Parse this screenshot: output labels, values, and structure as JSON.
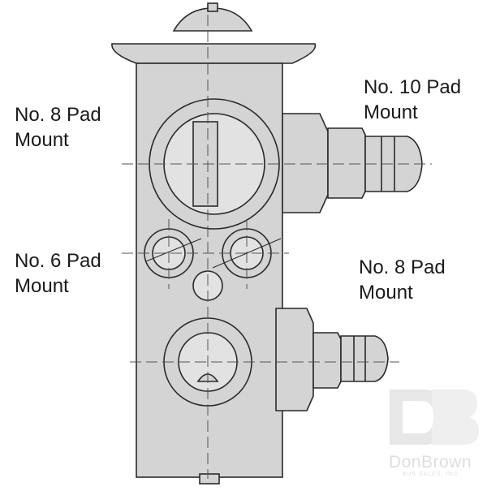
{
  "labels": {
    "top_left": {
      "line1": "No. 8 Pad",
      "line2": "Mount"
    },
    "top_right": {
      "line1": "No. 10 Pad",
      "line2": "Mount"
    },
    "mid_left": {
      "line1": "No. 6 Pad",
      "line2": "Mount"
    },
    "mid_right": {
      "line1": "No. 8 Pad",
      "line2": "Mount"
    }
  },
  "watermark": {
    "logo_text": "DonBrown",
    "logo_sub": "BUS SALES, INC"
  },
  "colors": {
    "body_fill": "#d4d4d4",
    "outline": "#2a2a2a",
    "centerline": "#555555",
    "label_text": "#1a1a1a",
    "watermark": "#9a9a9a"
  }
}
